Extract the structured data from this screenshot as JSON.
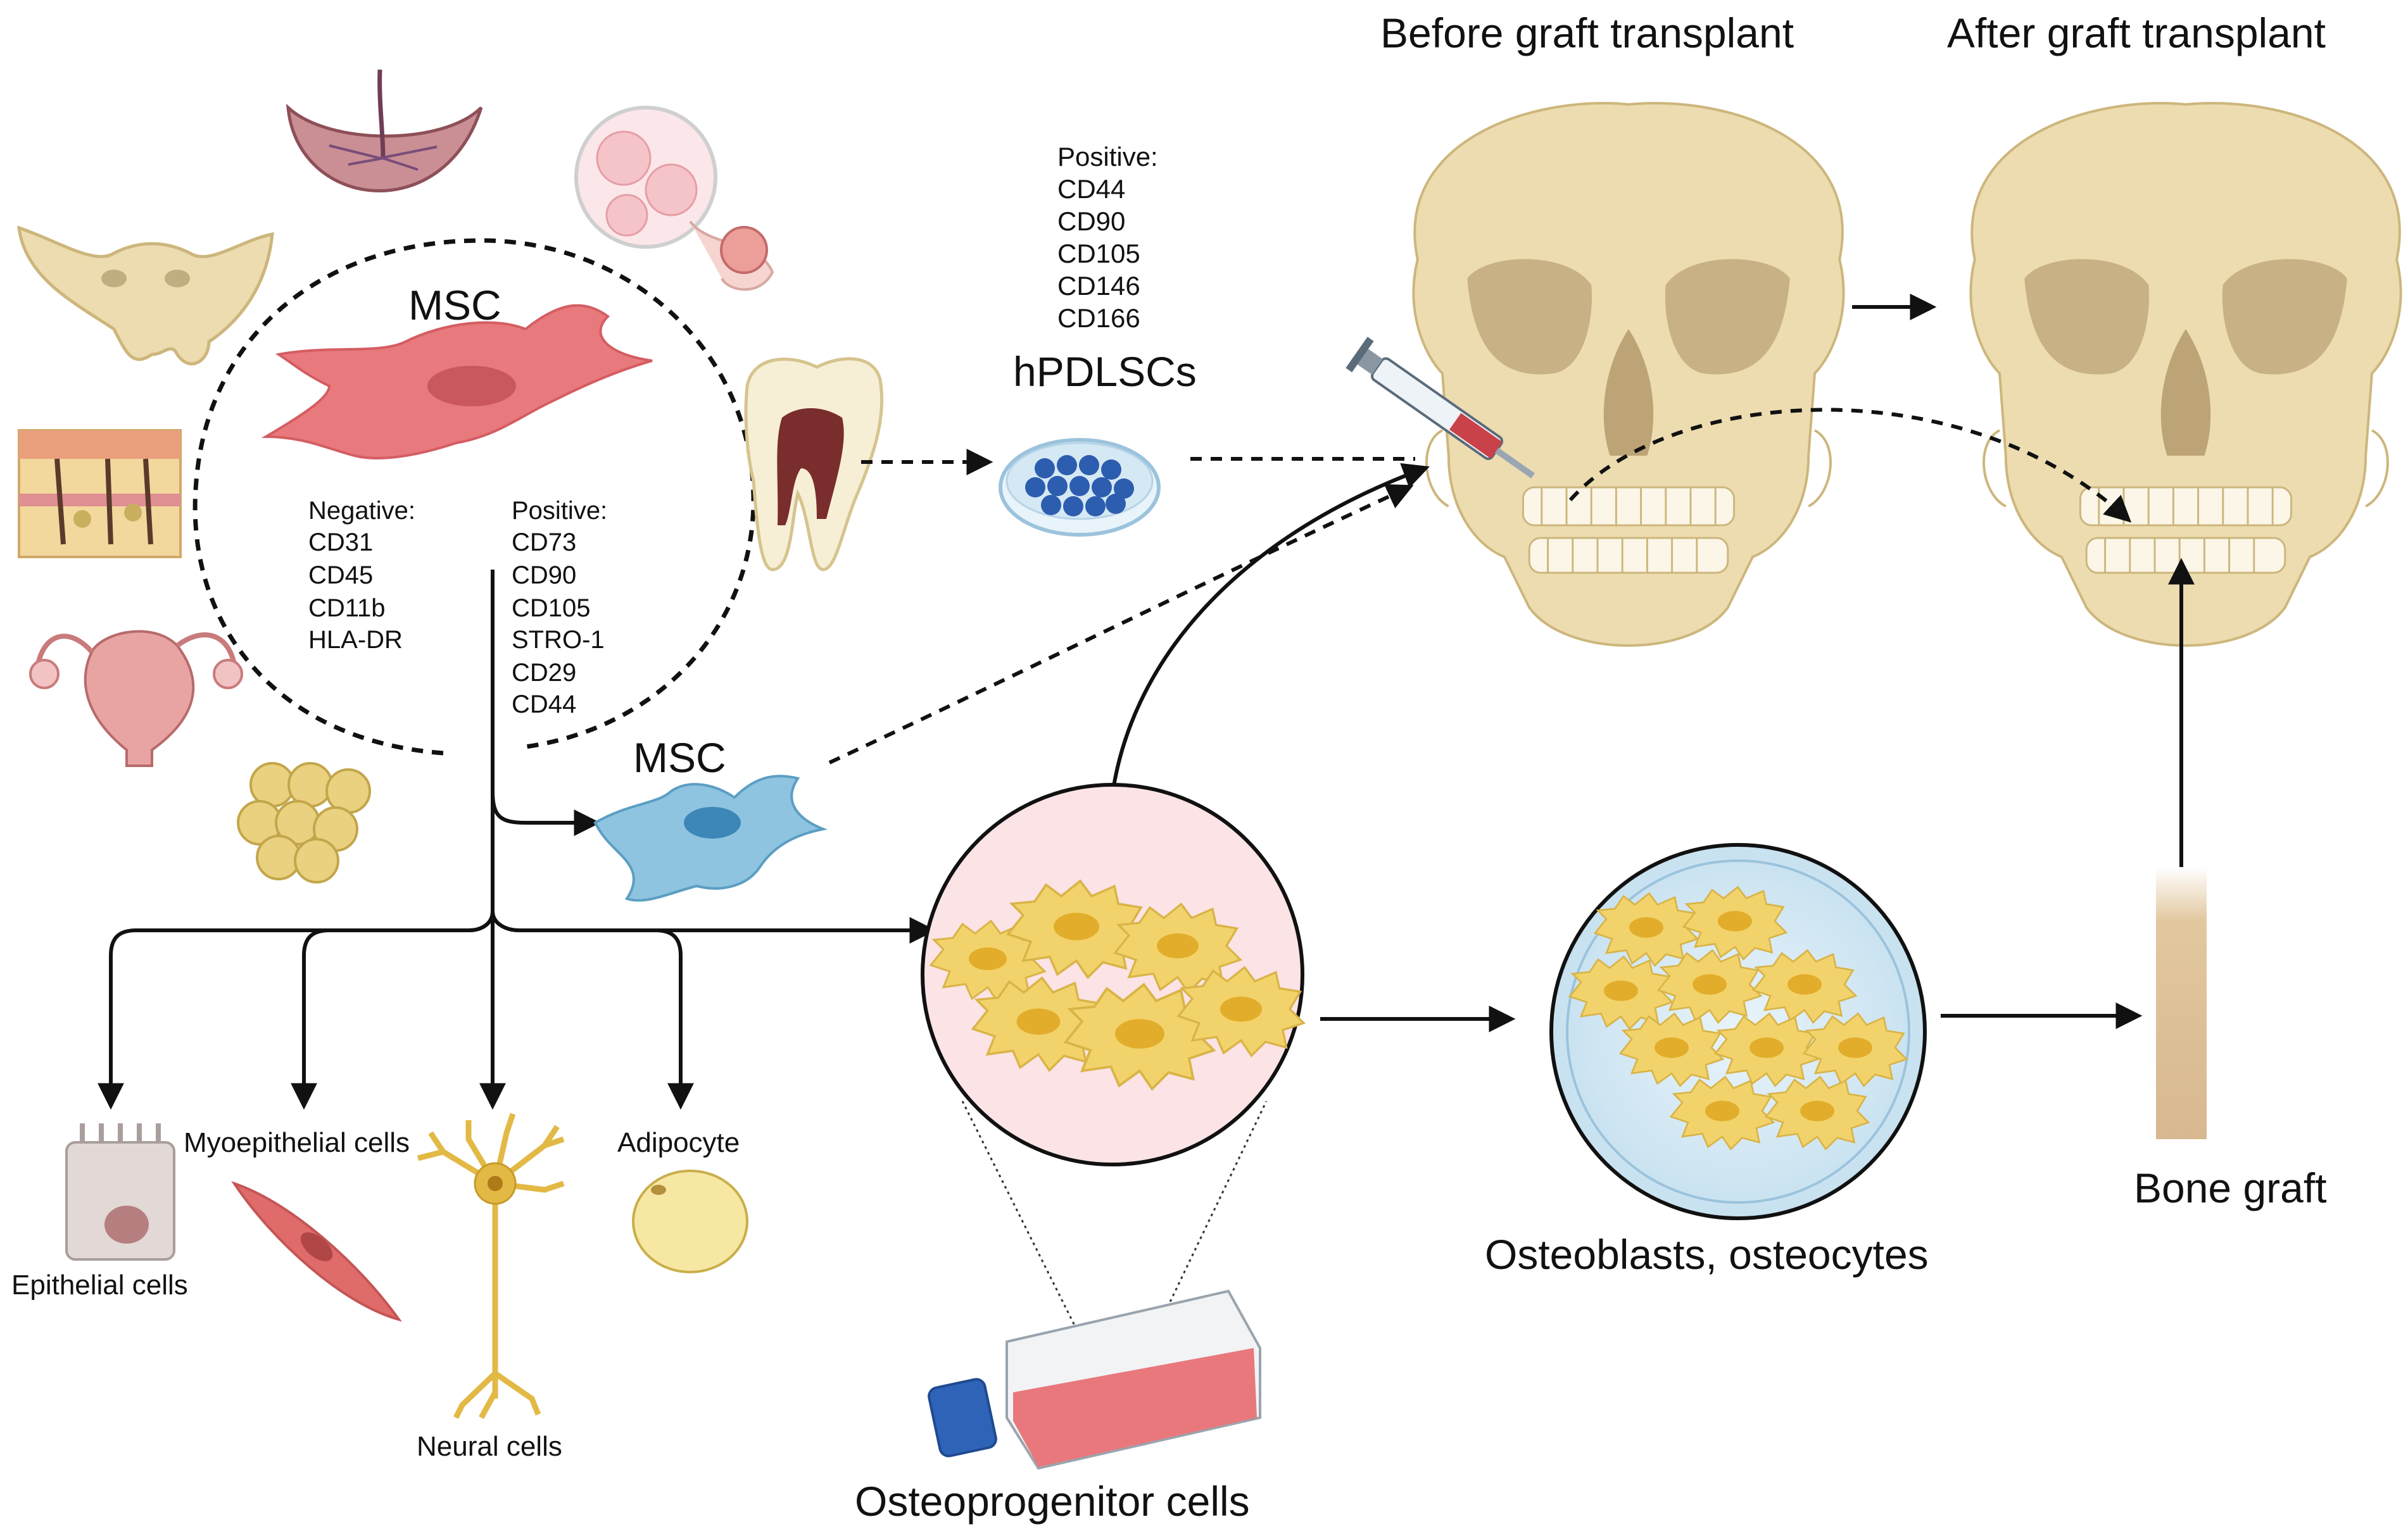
{
  "labels": {
    "msc_main": "MSC",
    "msc_blue": "MSC",
    "hpdlscs": "hPDLSCs",
    "before": "Before graft transplant",
    "after": "After graft transplant",
    "bone_graft": "Bone graft",
    "osteoblasts": "Osteoblasts, osteocytes",
    "osteoprogenitor": "Osteoprogenitor cells",
    "epithelial": "Epithelial cells",
    "myoepithelial": "Myoepithelial cells",
    "neural": "Neural cells",
    "adipocyte": "Adipocyte"
  },
  "msc_markers": {
    "negative_title": "Negative:",
    "negative": [
      "CD31",
      "CD45",
      "CD11b",
      "HLA-DR"
    ],
    "positive_title": "Positive:",
    "positive": [
      "CD73",
      "CD90",
      "CD105",
      "STRO-1",
      "CD29",
      "CD44"
    ]
  },
  "hpdlsc_markers": {
    "positive_title": "Positive:",
    "positive": [
      "CD44",
      "CD90",
      "CD105",
      "CD146",
      "CD166"
    ]
  },
  "colors": {
    "msc_cell": "#e8797c",
    "msc_blue_cell": "#8ec4e0",
    "osteo_cell": "#f2d36b",
    "bone": "#ecdcb0",
    "arrow": "#111111"
  },
  "icons": [
    "placenta-icon",
    "embryo-icon",
    "pelvis-icon",
    "skin-icon",
    "uterus-icon",
    "fat-tissue-icon",
    "tooth-icon",
    "petri-dish-icon",
    "syringe-icon",
    "skull-icon",
    "culture-flask-icon",
    "bone-graft-icon"
  ]
}
